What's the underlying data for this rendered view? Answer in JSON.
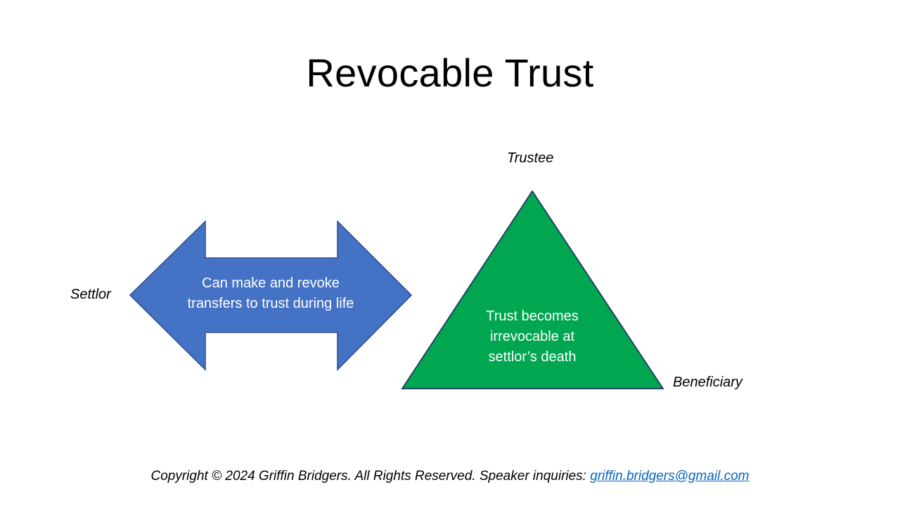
{
  "slide": {
    "title": "Revocable Trust",
    "background_color": "#FFFFFF"
  },
  "shapes": {
    "arrow": {
      "kind": "left-right-arrow",
      "fill_color": "#4472C4",
      "border_color": "#2E528F",
      "text_color": "#FFFFFF",
      "line1": "Can make and revoke",
      "line2": "transfers to trust during life"
    },
    "triangle": {
      "kind": "isosceles-triangle",
      "fill_color": "#00A650",
      "border_color": "#1F3864",
      "text_color": "#FFFFFF",
      "line1": "Trust becomes",
      "line2": "irrevocable at",
      "line3": "settlor’s death"
    }
  },
  "labels": {
    "settlor": "Settlor",
    "trustee": "Trustee",
    "beneficiary": "Beneficiary"
  },
  "footer": {
    "text": "Copyright © 2024 Griffin Bridgers.  All Rights Reserved.  Speaker inquiries: ",
    "email": "griffin.bridgers@gmail.com",
    "link_color": "#0563C1"
  }
}
